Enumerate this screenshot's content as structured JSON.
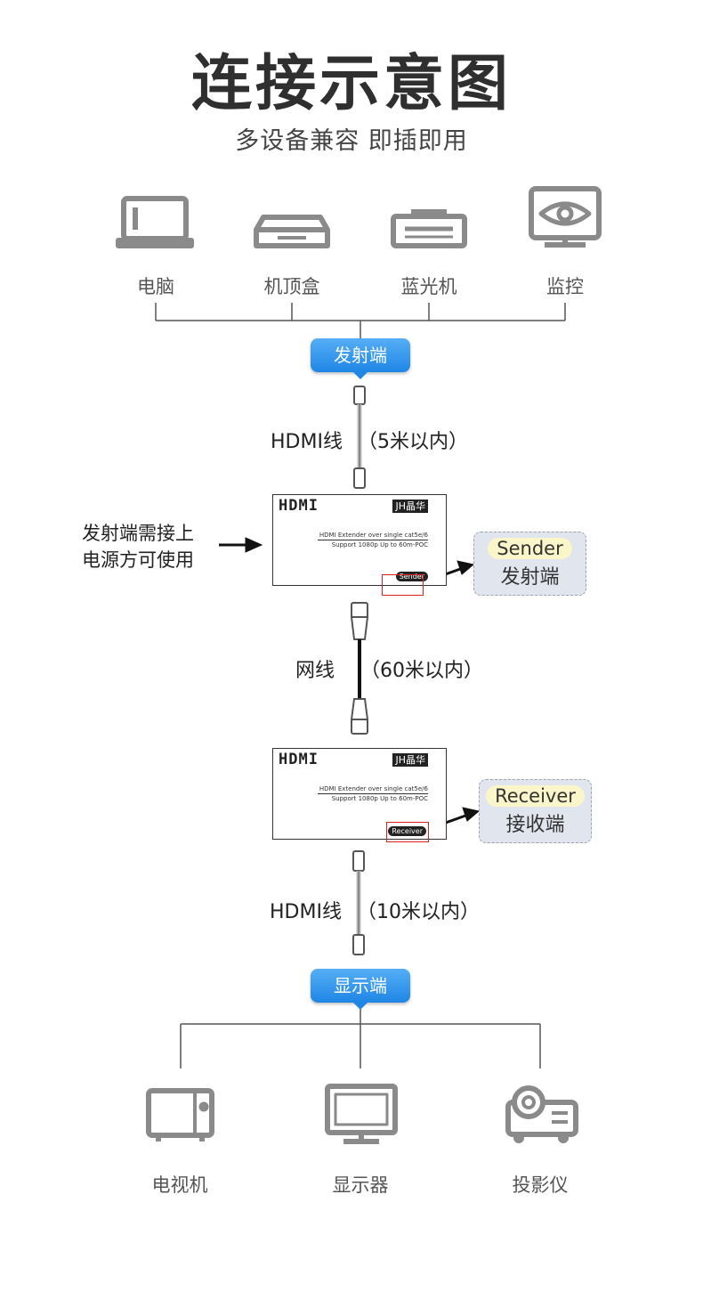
{
  "header": {
    "title": "连接示意图",
    "subtitle": "多设备兼容 即插即用"
  },
  "sources": [
    {
      "label": "电脑",
      "icon": "laptop-icon"
    },
    {
      "label": "机顶盒",
      "icon": "set-top-box-icon"
    },
    {
      "label": "蓝光机",
      "icon": "bluray-player-icon"
    },
    {
      "label": "监控",
      "icon": "surveillance-eye-icon"
    }
  ],
  "sender_pill": "发射端",
  "cable1": {
    "name": "HDMI线",
    "length": "（5米以内）"
  },
  "sender_device": {
    "logo": "HDMI",
    "brand": "JH晶华",
    "spec_line1": "HDMI Extender over single cat5e/6",
    "spec_line2": "Support 1080p Up to 60m-POC",
    "tag": "Sender"
  },
  "power_note": {
    "line1": "发射端需接上",
    "line2": "电源方可使用"
  },
  "sender_callout": {
    "en": "Sender",
    "cn": "发射端"
  },
  "cable2": {
    "name": "网线",
    "length": "（60米以内）"
  },
  "receiver_device": {
    "logo": "HDMI",
    "brand": "JH晶华",
    "spec_line1": "HDMI Extender over single cat5e/6",
    "spec_line2": "Support 1080p Up to 60m-POC",
    "tag": "Receiver"
  },
  "receiver_callout": {
    "en": "Receiver",
    "cn": "接收端"
  },
  "cable3": {
    "name": "HDMI线",
    "length": "（10米以内）"
  },
  "display_pill": "显示端",
  "displays": [
    {
      "label": "电视机",
      "icon": "tv-icon"
    },
    {
      "label": "显示器",
      "icon": "monitor-icon"
    },
    {
      "label": "投影仪",
      "icon": "projector-icon"
    }
  ],
  "colors": {
    "pill_blue": "#1f86e6",
    "icon_gray": "#8a8a8a",
    "callout_bg": "#e1e6ee",
    "highlight_yellow": "#fbf6c9",
    "red_box": "#dd2222"
  }
}
